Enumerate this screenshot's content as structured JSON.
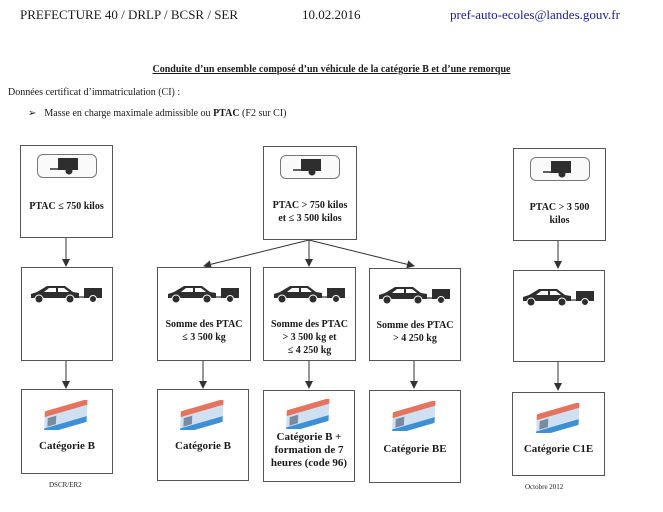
{
  "header": {
    "left": "PREFECTURE 40 / DRLP / BCSR / SER",
    "date": "10.02.2016",
    "email": "pref-auto-ecoles@landes.gouv.fr"
  },
  "title": "Conduite d’un ensemble composé d’un véhicule de la catégorie B et d’une remorque",
  "intro": "Données certificat d’immatriculation (CI) :",
  "bullet": {
    "arrow": "➢",
    "text_before": "Masse en charge maximale admissible ou ",
    "bold": "PTAC",
    "text_after": " (F2 sur CI)"
  },
  "trailer_boxes": [
    {
      "line1": "PTAC ≤ 750 kilos",
      "line2": ""
    },
    {
      "line1": "PTAC > 750 kilos",
      "line2": "et ≤ 3 500 kilos"
    },
    {
      "line1": "PTAC > 3 500",
      "line2": "kilos"
    }
  ],
  "combo_boxes": [
    {
      "lines": []
    },
    {
      "lines": [
        "Somme des PTAC",
        "≤ 3 500 kg"
      ]
    },
    {
      "lines": [
        "Somme des PTAC",
        "> 3 500 kg et",
        "≤ 4 250 kg"
      ]
    },
    {
      "lines": [
        "Somme des PTAC",
        "> 4 250 kg"
      ]
    },
    {
      "lines": []
    }
  ],
  "license_boxes": [
    {
      "lines": [
        "Catégorie B"
      ]
    },
    {
      "lines": [
        "Catégorie B"
      ]
    },
    {
      "lines": [
        "Catégorie B +",
        "formation de 7",
        "heures (code 96)"
      ]
    },
    {
      "lines": [
        "Catégorie BE"
      ]
    },
    {
      "lines": [
        "Catégorie C1E"
      ]
    }
  ],
  "footer": {
    "left": "DSCR/ER2",
    "right": "Octobre 2012"
  },
  "icons": {
    "trailer": "trailer-sign-icon",
    "car_trailer": "car-with-trailer-icon",
    "license": "driving-license-card-icon"
  },
  "colors": {
    "email": "#1a1aa8",
    "border": "#555555",
    "icon": "#2e2e2e"
  }
}
